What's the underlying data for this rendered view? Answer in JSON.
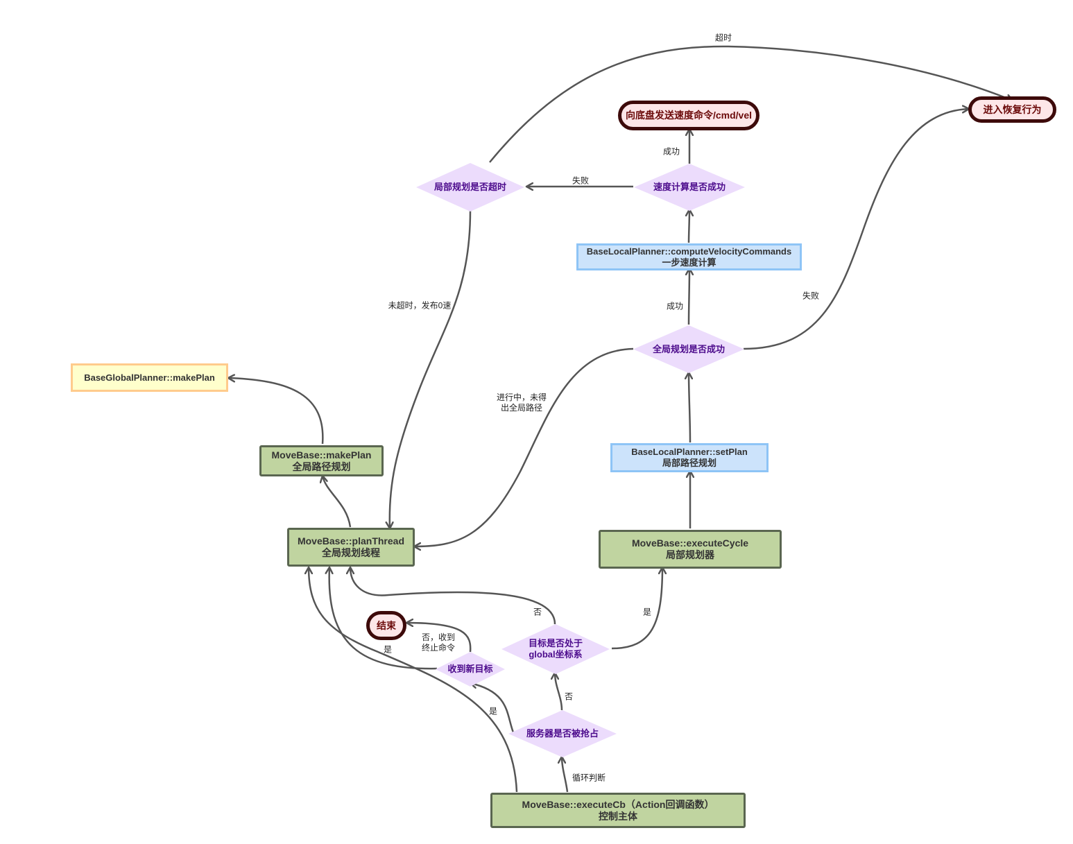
{
  "nodes": {
    "execute_cb": {
      "line1": "MoveBase::executeCb（Action回调函数）",
      "line2": "控制主体"
    },
    "plan_thread": {
      "line1": "MoveBase::planThread",
      "line2": "全局规划线程"
    },
    "make_plan": {
      "line1": "MoveBase::makePlan",
      "line2": "全局路径规划"
    },
    "global_planner": {
      "line1": "BaseGlobalPlanner::makePlan"
    },
    "execute_cycle": {
      "line1": "MoveBase::executeCycle",
      "line2": "局部规划器"
    },
    "set_plan": {
      "line1": "BaseLocalPlanner::setPlan",
      "line2": "局部路径规划"
    },
    "compute_velocity": {
      "line1": "BaseLocalPlanner::computeVelocityCommands",
      "line2": "一步速度计算"
    },
    "send_cmd_vel": {
      "line1": "向底盘发送速度命令/cmd/vel"
    },
    "recovery": {
      "line1": "进入恢复行为"
    },
    "end": {
      "line1": "结束"
    }
  },
  "decisions": {
    "server_preempted": {
      "line1": "服务器是否被抢占"
    },
    "new_goal": {
      "line1": "收到新目标"
    },
    "goal_global_frame": {
      "line1": "目标是否处于",
      "line2": "global坐标系"
    },
    "global_plan_success": {
      "line1": "全局规划是否成功"
    },
    "velocity_success": {
      "line1": "速度计算是否成功"
    },
    "local_plan_timeout": {
      "line1": "局部规划是否超时"
    }
  },
  "edge_labels": {
    "loop_check": "循环判断",
    "preempted_yes": "是",
    "preempted_no": "否",
    "new_goal_yes": "是",
    "new_goal_stop_line1": "否，收到",
    "new_goal_stop_line2": "终止命令",
    "frame_no": "否",
    "frame_yes": "是",
    "plan_in_progress_line1": "进行中，未得",
    "plan_in_progress_line2": "出全局路径",
    "global_success": "成功",
    "global_fail": "失败",
    "velocity_success": "成功",
    "velocity_fail": "失败",
    "not_timeout": "未超时，发布0速",
    "timeout": "超时"
  },
  "colors": {
    "process_fill": "#c0d4a0",
    "process_border": "#5a6650",
    "local_planner_fill": "#cce3fb",
    "local_planner_border": "#8ec4f6",
    "global_planner_fill": "#ffffcc",
    "global_planner_border": "#ffcb8c",
    "terminal_fill": "#fde6e8",
    "terminal_border": "#3d0a0a",
    "decision_fill": "#ecdcfc",
    "decision_text": "#4c0b8c",
    "edge": "#555555"
  }
}
